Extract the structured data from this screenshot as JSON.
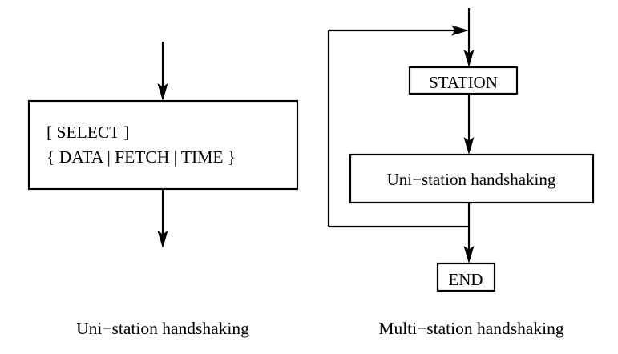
{
  "figure": {
    "background_color": "#ffffff",
    "stroke_color": "#000000",
    "panels": [
      {
        "id": "uni-station",
        "caption": "Uni−station handshaking",
        "nodes": [
          {
            "id": "select-block",
            "lines": [
              "[ SELECT ]",
              "{ DATA | FETCH | TIME }"
            ]
          }
        ]
      },
      {
        "id": "multi-station",
        "caption": "Multi−station handshaking",
        "nodes": [
          {
            "id": "station-block",
            "label": "STATION"
          },
          {
            "id": "uni-station-block",
            "label": "Uni−station handshaking"
          },
          {
            "id": "end-block",
            "label": "END"
          }
        ]
      }
    ]
  },
  "left_panel": {
    "box": {
      "line1": "[ SELECT ]",
      "line2": "{ DATA | FETCH | TIME }"
    },
    "caption": "Uni−station handshaking"
  },
  "right_panel": {
    "station_box": "STATION",
    "handshaking_box": "Uni−station handshaking",
    "end_box": "END",
    "caption": "Multi−station handshaking"
  }
}
